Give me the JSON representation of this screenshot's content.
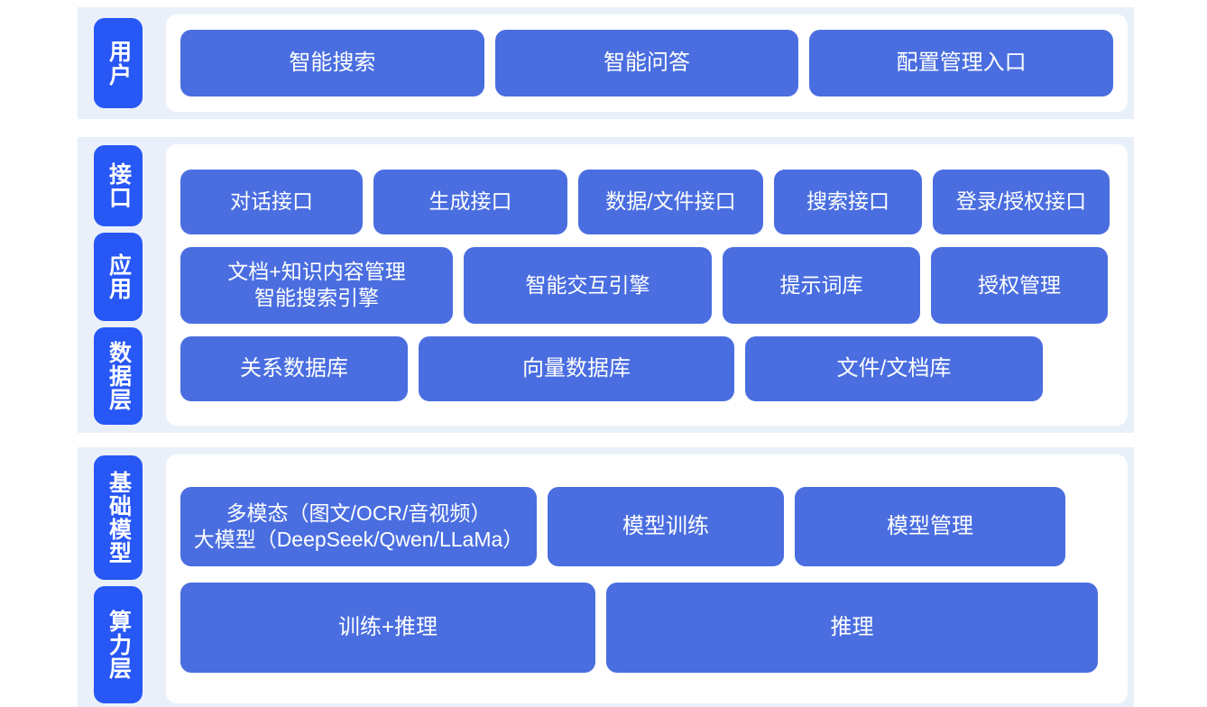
{
  "theme": {
    "page_background": "#ffffff",
    "band_background": "#eaf0f9",
    "panel_background": "#ffffff",
    "side_label_color": "#2757f5",
    "box_color": "#4a6ee0",
    "box_text_color": "#ffffff"
  },
  "sections": [
    {
      "id": "user-layer",
      "labels": [
        "用户"
      ],
      "rows": [
        {
          "id": "user-entries",
          "boxes": [
            "智能搜索",
            "智能问答",
            "配置管理入口"
          ]
        }
      ]
    },
    {
      "id": "platform-layer",
      "labels": [
        "接口",
        "应用",
        "数据层"
      ],
      "rows": [
        {
          "id": "interface-row",
          "boxes": [
            "对话接口",
            "生成接口",
            "数据/文件接口",
            "搜索接口",
            "登录/授权接口"
          ]
        },
        {
          "id": "application-row",
          "boxes": [
            "文档+知识内容管理\n智能搜索引擎",
            "智能交互引擎",
            "提示词库",
            "授权管理"
          ]
        },
        {
          "id": "data-row",
          "boxes": [
            "关系数据库",
            "向量数据库",
            "文件/文档库"
          ]
        }
      ]
    },
    {
      "id": "infrastructure-layer",
      "labels": [
        "基础模型",
        "算力层"
      ],
      "rows": [
        {
          "id": "model-row",
          "boxes": [
            "多模态（图文/OCR/音视频）\n大模型（DeepSeek/Qwen/LLaMa）",
            "模型训练",
            "模型管理"
          ]
        },
        {
          "id": "compute-row",
          "boxes": [
            "训练+推理",
            "推理"
          ]
        }
      ]
    }
  ]
}
